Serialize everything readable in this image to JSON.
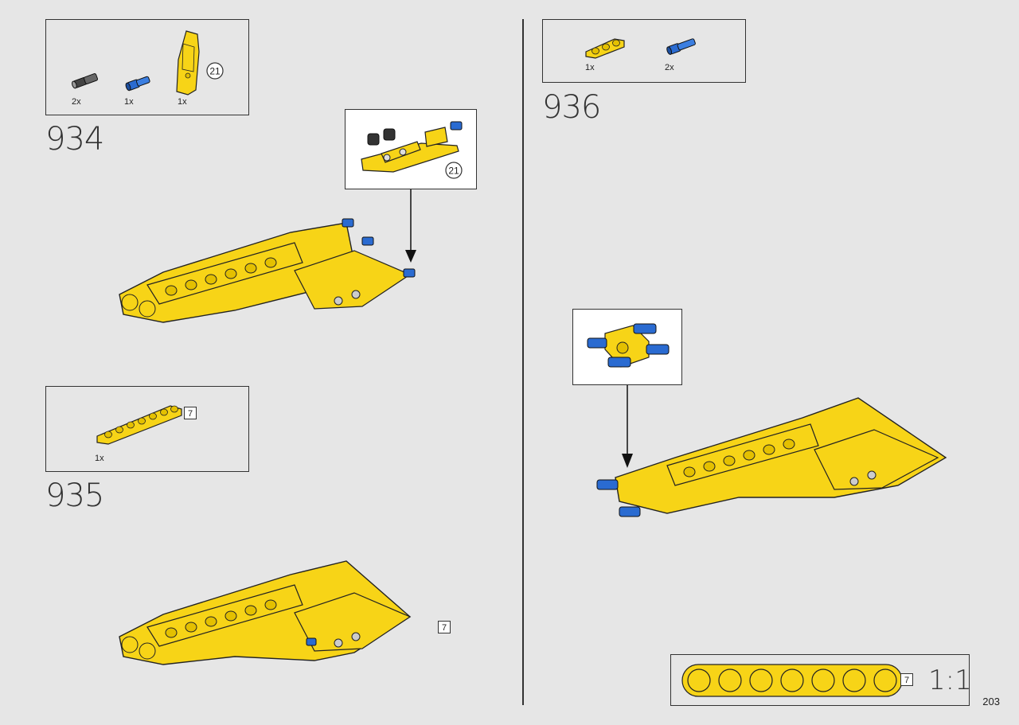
{
  "steps": {
    "s934": {
      "number": "934",
      "parts": [
        {
          "qty": "2x",
          "icon": "black-connector-pin-icon"
        },
        {
          "qty": "1x",
          "icon": "blue-axle-pin-icon"
        },
        {
          "qty": "1x",
          "icon": "yellow-panel-icon"
        }
      ],
      "callout_ref": "21",
      "subassembly_ref": "21"
    },
    "s935": {
      "number": "935",
      "parts": [
        {
          "qty": "1x",
          "icon": "yellow-beam-7-icon",
          "length": "7"
        }
      ],
      "assembly_length": "7"
    },
    "s936": {
      "number": "936",
      "parts": [
        {
          "qty": "1x",
          "icon": "yellow-beam-3-icon"
        },
        {
          "qty": "2x",
          "icon": "blue-axle-pin-icon"
        }
      ]
    }
  },
  "scale_guide": {
    "length": "7",
    "ratio": "1:1"
  },
  "page_number": "203",
  "colors": {
    "lego_yellow": "#f7d417",
    "lego_blue": "#2a6bd1",
    "outline": "#222222",
    "background": "#e6e6e6"
  }
}
